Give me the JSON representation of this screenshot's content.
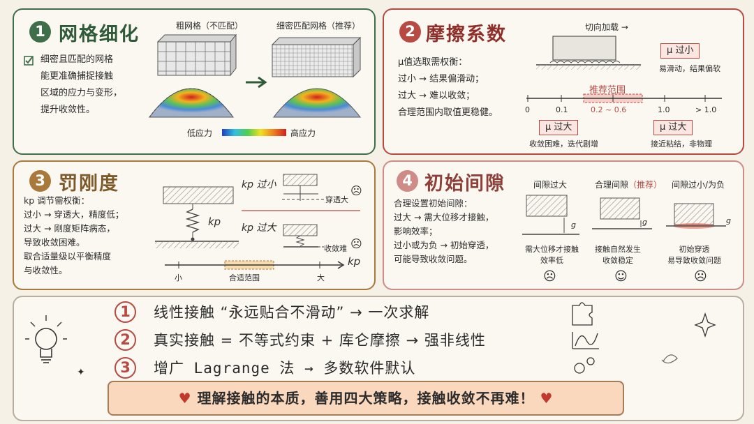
{
  "panel1": {
    "num": "1",
    "title": "网格细化",
    "text": [
      "细密且匹配的网格",
      "能更准确捕捉接触",
      "区域的应力与变形，",
      "提升收敛性。"
    ],
    "label_coarse": "粗网格（不匹配）",
    "label_fine": "细密匹配网格（推荐）",
    "legend_low": "低应力",
    "legend_high": "高应力"
  },
  "panel2": {
    "num": "2",
    "title": "摩擦系数",
    "text": [
      "μ值选取需权衡：",
      "过小 → 结果偏滑动；",
      "过大 → 难以收敛；",
      "合理范围内取值更稳健。"
    ],
    "load_label": "切向加载 →",
    "tag_small": "μ 过小",
    "small_desc": "易滑动，结果偏软",
    "recommend": "推荐范围",
    "ticks": [
      "0",
      "0.1",
      "0.2 ~ 0.6",
      "1.0",
      "> 1.0"
    ],
    "tag_large1": "μ 过大",
    "large1_desc": "收敛困难，迭代剧增",
    "tag_large2": "μ 过大",
    "large2_desc": "接近粘结，非物理"
  },
  "panel3": {
    "num": "3",
    "title": "罚刚度",
    "kp": "kp",
    "text": [
      "kp 调节需权衡：",
      "过小 → 穿透大，精度低；",
      "过大 → 刚度矩阵病态，",
      "导致收敛困难。",
      "取合适量级以平衡精度",
      "与收敛性。"
    ],
    "spring_label": "kp",
    "small_label": "kp 过小",
    "small_note": "穿透大",
    "large_label": "kp 过大",
    "large_note": "收敛难",
    "axis_small": "小",
    "axis_mid": "合适范围",
    "axis_large": "大",
    "axis_label": "kp"
  },
  "panel4": {
    "num": "4",
    "title": "初始间隙",
    "text": [
      "合理设置初始间隙：",
      "过大 → 需大位移才接触，",
      "影响效率；",
      "过小或为负 → 初始穿透，",
      "可能导致收敛问题。"
    ],
    "col1_title": "间隙过大",
    "col1_desc": [
      "需大位移才接触",
      "效率低"
    ],
    "col2_title": "合理间隙",
    "col2_rec": "（推荐）",
    "col2_desc": [
      "接触自然发生",
      "收敛稳定"
    ],
    "col3_title": "间隙过小/为负",
    "col3_desc": [
      "初始穿透",
      "易导致收敛问题"
    ],
    "gap_symbol": "g"
  },
  "summary": {
    "items": [
      {
        "num": "1",
        "text": "线性接触 “永远贴合不滑动” → 一次求解"
      },
      {
        "num": "2",
        "text": "真实接触 = 不等式约束 + 库仑摩擦 → 强非线性"
      },
      {
        "num": "3",
        "text": "增广 Lagrange 法 → 多数软件默认"
      }
    ],
    "banner": "理解接触的本质，善用四大策略，接触收敛不再难！"
  },
  "colors": {
    "green": "#3f6e4a",
    "red": "#b84a44",
    "brown": "#a8793a",
    "pink": "#cf8b86"
  }
}
